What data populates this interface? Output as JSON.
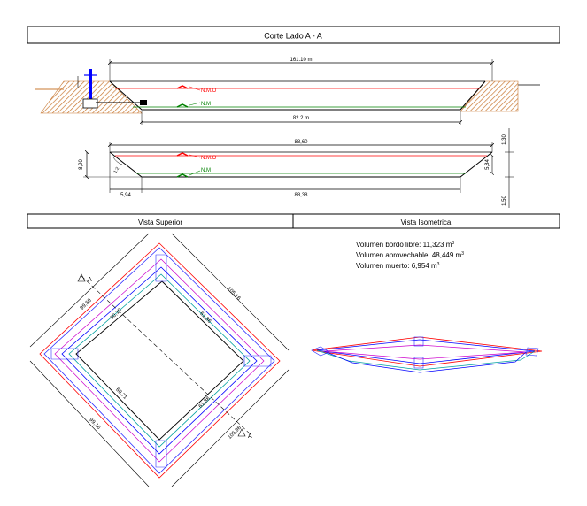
{
  "section": {
    "title": "Corte Lado A - A",
    "total_length": "161.10 m",
    "bottom_length": "82.2 m",
    "nmo_label": "N.M.O",
    "nm_label": "N.M"
  },
  "detail": {
    "top_width": "88,60",
    "bottom_width": "88,38",
    "slope_horizontal": "5,94",
    "depth_total": "8,90",
    "slope_ratio": "1:2",
    "freeboard": "1,30",
    "useful_depth": "5,84",
    "dead_depth": "1,50",
    "nmo_label": "N.M.O",
    "nm_label": "N.M"
  },
  "headers": {
    "top_view": "Vista Superior",
    "iso_view": "Vista Isometrica"
  },
  "volumes": {
    "free": "Volumen bordo libre: 11,323 m",
    "usable": "Volumen aprovechable: 48,449 m",
    "dead": "Volumen muerto: 6,954 m",
    "unit_exp": "3"
  },
  "plan": {
    "label_left_outer": "99,60",
    "label_right_outer": "105,16",
    "label_bottom_left": "99,16",
    "label_bottom_right": "105,98",
    "label_inner_1": "60,10",
    "label_inner_2": "61,36",
    "label_inner_3": "60,71",
    "label_inner_4": "61,88",
    "cut_marker_top": "A",
    "cut_marker_bottom": "A"
  },
  "colors": {
    "nmo": "#ff0000",
    "nm": "#008000",
    "blue": "#0000ff",
    "magenta": "#cc00cc",
    "cyan": "#00a0a0",
    "soil": "#c87832"
  }
}
